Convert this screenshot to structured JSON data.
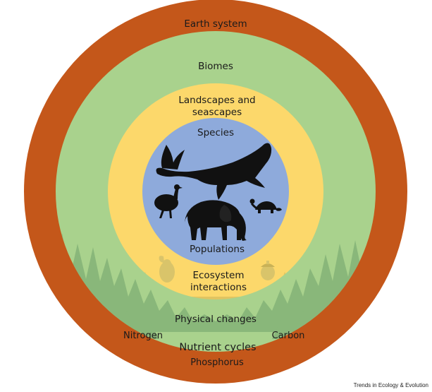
{
  "diagram": {
    "rings": {
      "earth": {
        "label": "Earth system",
        "color": "#c4571a"
      },
      "biomes": {
        "label": "Biomes",
        "color": "#a9d28d"
      },
      "landscapes": {
        "line1": "Landscapes and",
        "line2": "seascapes",
        "color": "#fcd86b"
      },
      "species": {
        "label": "Species",
        "color": "#8eaadb"
      }
    },
    "labels": {
      "populations": "Populations",
      "ecosystem_line1": "Ecosystem",
      "ecosystem_line2": "interactions",
      "physical_changes": "Physical changes",
      "nitrogen": "Nitrogen",
      "carbon": "Carbon",
      "nutrient_cycles": "Nutrient cycles",
      "phosphorus": "Phosphorus"
    },
    "icons": [
      "whale-icon",
      "cassowary-icon",
      "elephant-icon",
      "tortoise-icon",
      "fruit-icon",
      "seed-icon",
      "forest-silhouette"
    ]
  },
  "footer": {
    "credit": "Trends in Ecology & Evolution"
  }
}
